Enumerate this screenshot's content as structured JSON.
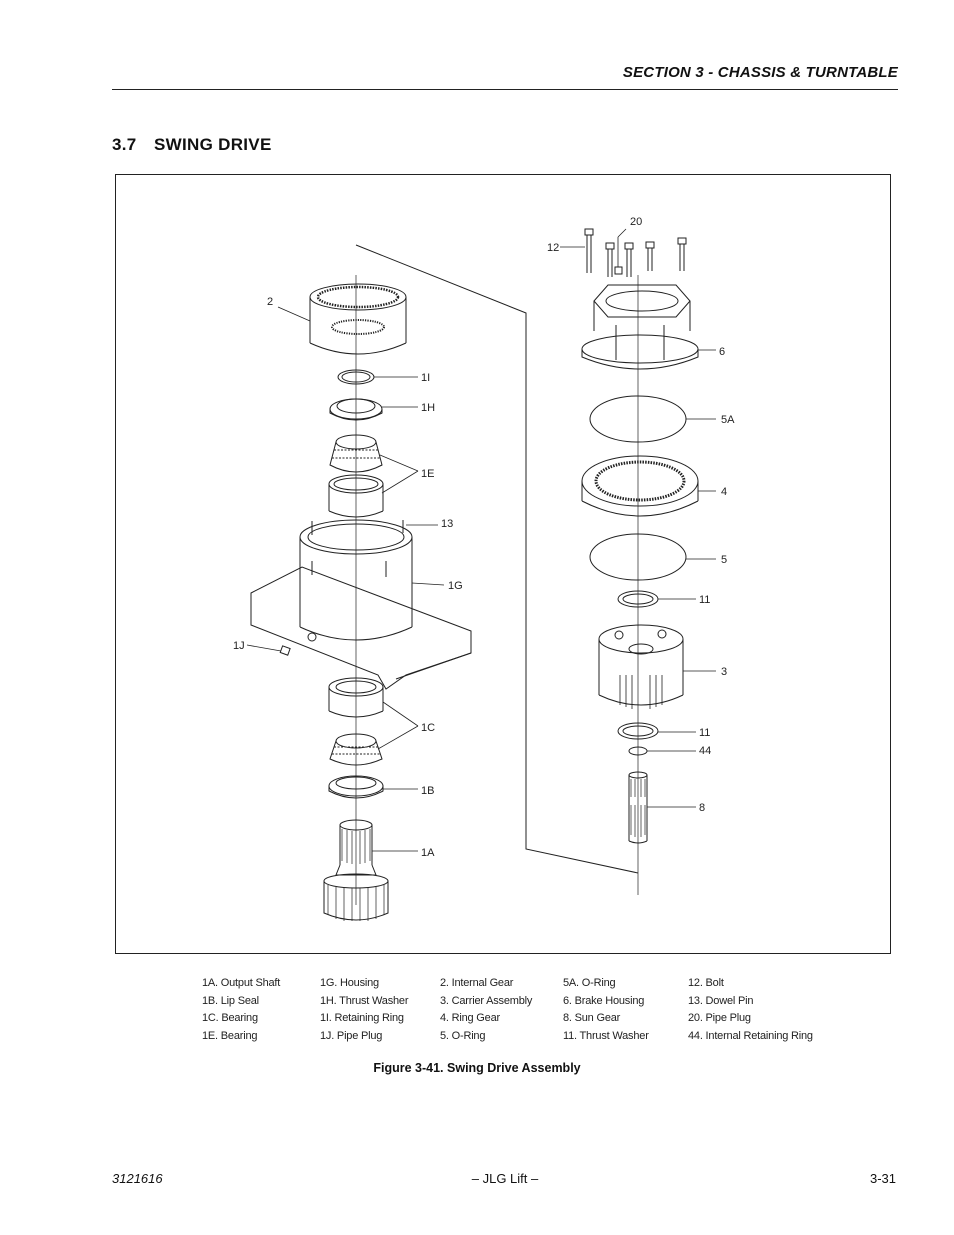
{
  "header": {
    "section_title": "SECTION 3 - CHASSIS & TURNTABLE"
  },
  "section": {
    "number": "3.7",
    "title": "SWING DRIVE"
  },
  "figure": {
    "callouts": {
      "c2": "2",
      "c1I": "1I",
      "c1H": "1H",
      "c1E": "1E",
      "c13": "13",
      "c1G": "1G",
      "c1J": "1J",
      "c1C": "1C",
      "c1B": "1B",
      "c1A": "1A",
      "c20": "20",
      "c12": "12",
      "c6": "6",
      "c5A": "5A",
      "c4": "4",
      "c5": "5",
      "c11a": "11",
      "c3": "3",
      "c11b": "11",
      "c44": "44",
      "c8": "8"
    },
    "caption": "Figure 3-41.  Swing Drive Assembly"
  },
  "legend": {
    "columns": [
      [
        "1A. Output Shaft",
        "1B. Lip Seal",
        "1C. Bearing",
        "1E. Bearing"
      ],
      [
        "1G.  Housing",
        "1H. Thrust Washer",
        "1I.  Retaining Ring",
        "1J. Pipe Plug"
      ],
      [
        "2. Internal Gear",
        "3. Carrier Assembly",
        "4. Ring Gear",
        "5. O-Ring"
      ],
      [
        "5A. O-Ring",
        "6.   Brake Housing",
        "8.   Sun Gear",
        "11. Thrust Washer"
      ],
      [
        "12.  Bolt",
        "13. Dowel Pin",
        "20. Pipe Plug",
        "44. Internal Retaining Ring"
      ]
    ]
  },
  "footer": {
    "doc_number": "3121616",
    "publisher": "– JLG Lift –",
    "page_number": "3-31"
  }
}
